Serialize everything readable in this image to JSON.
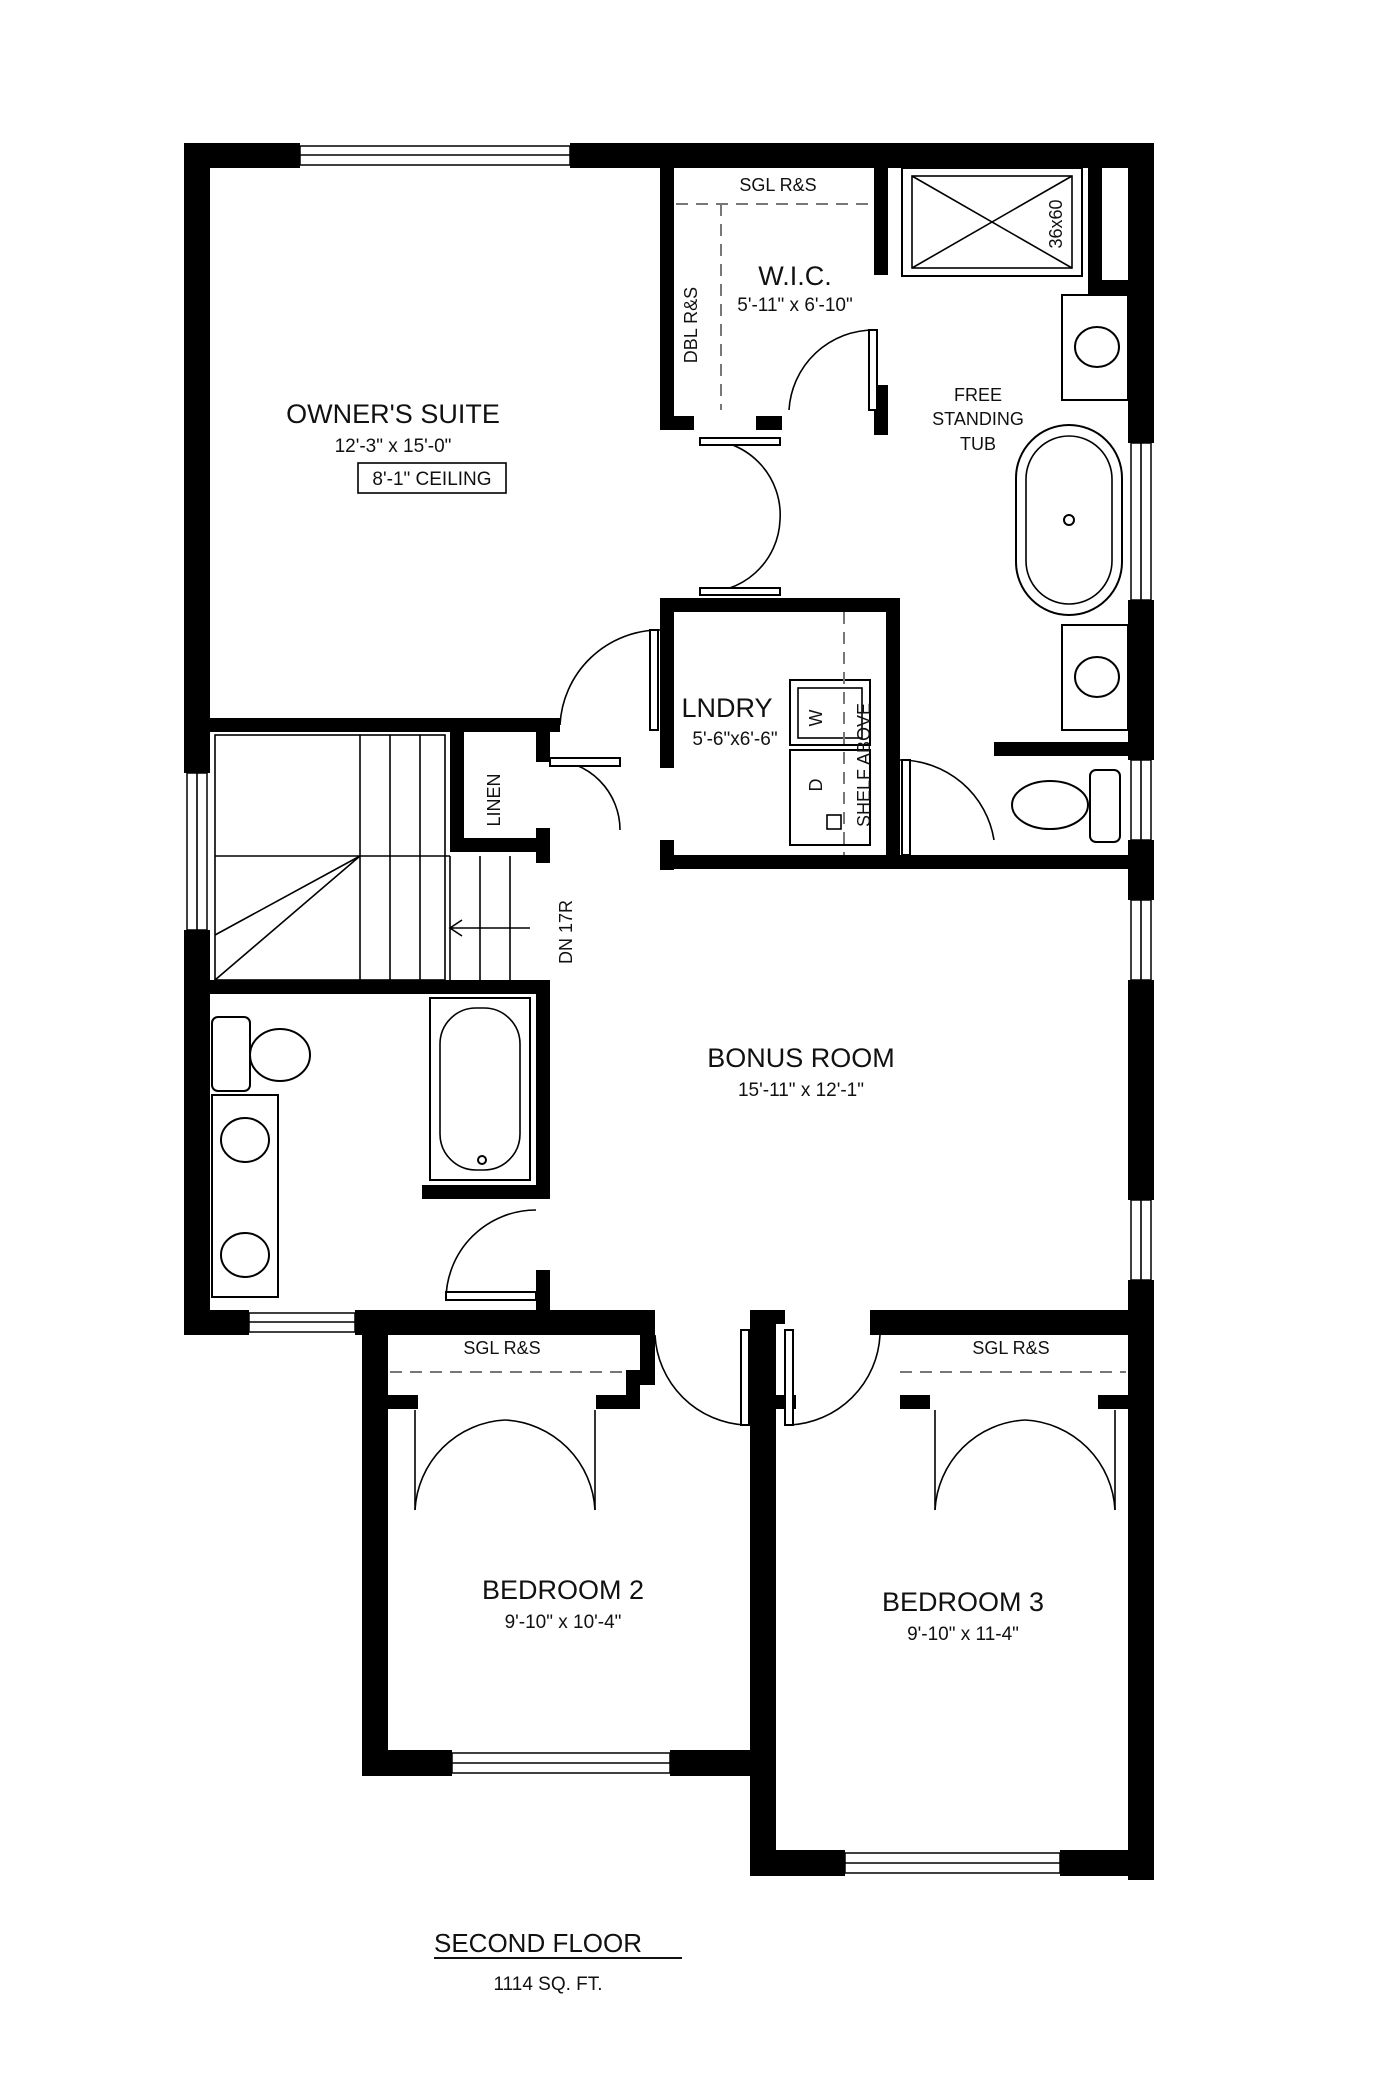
{
  "plan": {
    "rooms": {
      "owners_suite": {
        "name": "OWNER'S SUITE",
        "size": "12'-3\" x 15'-0\"",
        "ceiling": "8'-1\" CEILING"
      },
      "wic": {
        "name": "W.I.C.",
        "size": "5'-11\" x 6'-10\""
      },
      "laundry": {
        "name": "LNDRY",
        "size": "5'-6\"x6'-6\""
      },
      "bonus_room": {
        "name": "BONUS ROOM",
        "size": "15'-11\" x 12'-1\""
      },
      "bedroom2": {
        "name": "BEDROOM 2",
        "size": "9'-10\" x 10'-4\""
      },
      "bedroom3": {
        "name": "BEDROOM 3",
        "size": "9'-10\" x 11-4\""
      }
    },
    "notes": {
      "sgl_rs_wic": "SGL R&S",
      "dbl_rs": "DBL R&S",
      "shower": "36x60",
      "tub_line1": "FREE",
      "tub_line2": "STANDING",
      "tub_line3": "TUB",
      "washer": "W",
      "dryer": "D",
      "shelf": "SHELF ABOVE",
      "linen": "LINEN",
      "stairs": "DN 17R",
      "sgl_rs_bed2": "SGL R&S",
      "sgl_rs_bed3": "SGL R&S"
    },
    "footer": {
      "title": "SECOND FLOOR",
      "area": "1114 SQ. FT."
    }
  }
}
